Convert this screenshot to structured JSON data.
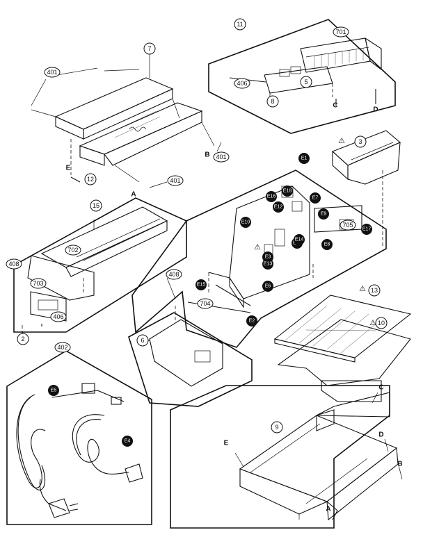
{
  "circled_labels": [
    "7",
    "11",
    "15",
    "2",
    "6",
    "9",
    "12",
    "10",
    "13",
    "3",
    "5",
    "8"
  ],
  "oval_labels": [
    "401",
    "401",
    "401",
    "408",
    "408",
    "406",
    "702",
    "703",
    "406",
    "402",
    "705",
    "704",
    "701"
  ],
  "filled_labels": [
    "E1",
    "E2",
    "E3",
    "E4",
    "E5",
    "E6",
    "E7",
    "E8",
    "E9",
    "E10",
    "E11",
    "E12",
    "E13",
    "E14",
    "E15",
    "E16",
    "E17",
    "E18"
  ],
  "letters": [
    "A",
    "B",
    "C",
    "D",
    "E",
    "A",
    "B",
    "C",
    "D",
    "E"
  ],
  "warning_symbol": "⚠"
}
